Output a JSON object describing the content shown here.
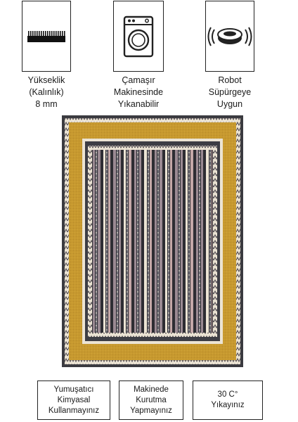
{
  "features": [
    {
      "label": "Yükseklik\n(Kalınlık)\n8 mm",
      "icon": "pile-height-icon"
    },
    {
      "label": "Çamaşır\nMakinesinde\nYıkanabilir",
      "icon": "washing-machine-icon"
    },
    {
      "label": "Robot\nSüpürgeye\nUygun",
      "icon": "robot-vacuum-icon"
    }
  ],
  "care": [
    {
      "label": "Yumuşatıcı\nKimyasal\nKullanmayınız"
    },
    {
      "label": "Makinede\nKurutma\nYapmayınız"
    },
    {
      "label": "30 C°\nYıkayınız"
    }
  ],
  "rug": {
    "name": "product-rug-image",
    "colors": {
      "outer_border": "#3b3b40",
      "mustard": "#c7992f",
      "dark_band": "#3d3d44",
      "cream": "#ece4d4",
      "stripe_dark": "#2e2d33",
      "stripe_mauve": "#9b8a93",
      "stripe_rose": "#c5a8a8",
      "stripe_grey": "#77757e"
    }
  }
}
